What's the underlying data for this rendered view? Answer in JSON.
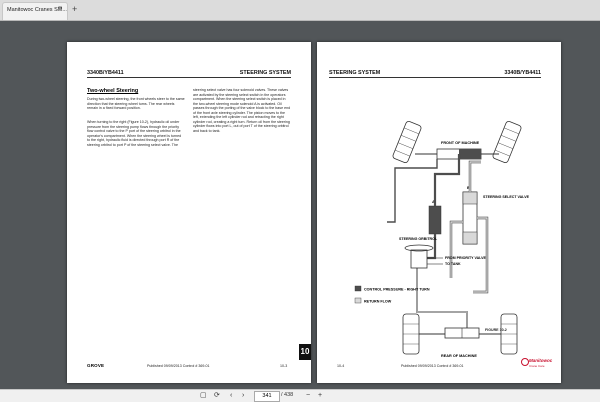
{
  "tab": {
    "title": "Manitowoc Cranes SM...",
    "close": "×",
    "add": "+"
  },
  "left_page": {
    "header_model": "3340B/YB4411",
    "header_section": "STEERING SYSTEM",
    "subheading": "Two-wheel Steering",
    "col1_p1": "During two-wheel steering, the front wheels steer to the same direction that the steering wheel turns. The rear wheels remain in a fixed forward position.",
    "col1_p2": "When turning to the right (Figure 10-2), hydraulic oil under pressure from the steering pump flows through the priority flow control valve to the P port of the steering orbitrol in the operator's compartment. When the steering wheel is turned to the right, hydraulic fluid is directed through port R of the steering orbitrol to port P of the steering select valve. The",
    "col2_p1": "steering select valve has four solenoid valves. These valves are activated by the steering select switch in the operators compartment. When the steering select switch is placed in the two-wheel steering mode solenoid A is activated. Oil passes through the porting of the valve block to the base end of the front axle steering cylinder. The piston moves to the left, extending the left cylinder rod and retracting the right cylinder rod, creating a right turn. Return oil from the steering cylinder flows into port L, out of port T of the steering orbitrol and back to tank.",
    "footer_brand": "GROVE",
    "footer_pub": "Published 09/09/2013 Control # 369-01",
    "footer_page": "10-3",
    "tab_number": "10"
  },
  "right_page": {
    "header_section": "STEERING SYSTEM",
    "header_model": "3340B/YB4411",
    "label_front": "FRONT OF MACHINE",
    "label_select": "STEERING SELECT VALVE",
    "label_a": "A",
    "label_b": "B",
    "label_orbitrol": "STEERING ORBITROL",
    "label_priority": "FROM PRIORITY VALVE",
    "label_tank": "TO TANK",
    "legend_pressure": "CONTROL PRESSURE - RIGHT TURN",
    "legend_return": "RETURN FLOW",
    "label_rear": "REAR OF MACHINE",
    "figure": "FIGURE 10-2",
    "footer_page": "10-4",
    "footer_pub": "Published 09/09/2013 Control # 369-01",
    "brand_name": "Manitowoc",
    "brand_sub": "Crane Care"
  },
  "toolbar": {
    "current_page": "341",
    "total_pages": "/ 438",
    "zoom_out": "−",
    "zoom_in": "+"
  },
  "colors": {
    "pressure": "#4d4d4d",
    "return": "#d9d9d9",
    "brand": "#c8102e"
  }
}
